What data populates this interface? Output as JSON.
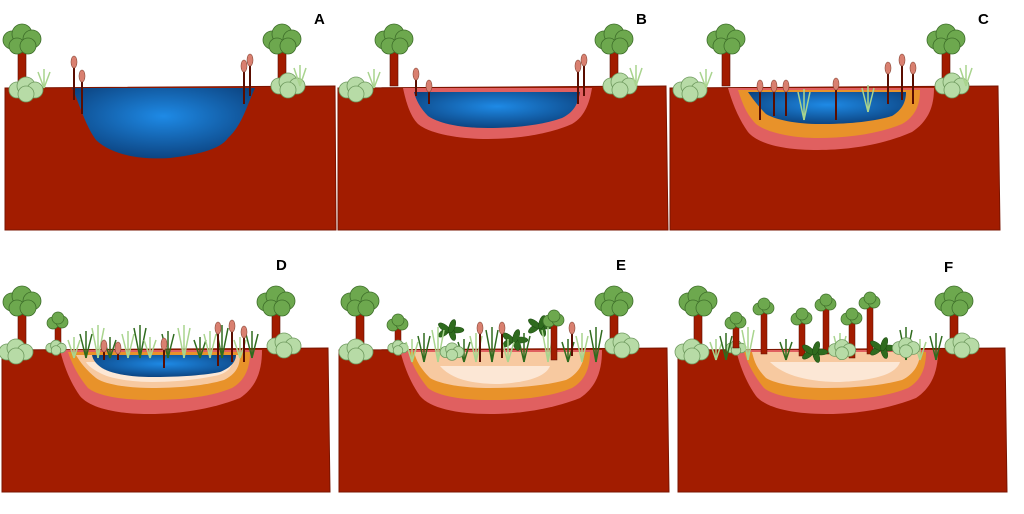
{
  "panels": [
    {
      "label": "A"
    },
    {
      "label": "B"
    },
    {
      "label": "C"
    },
    {
      "label": "D"
    },
    {
      "label": "E"
    },
    {
      "label": "F"
    }
  ],
  "colors": {
    "soil": "#A21C00",
    "soil_edge": "#7A1400",
    "water_center": "#1E8AE6",
    "water_edge": "#0B3F7A",
    "sediment_pink": "#E06060",
    "sediment_orange": "#E8922A",
    "peat_light": "#F7C9A0",
    "peat_pale": "#FCE7D5",
    "tree_crown": "#6DA84E",
    "tree_trunk": "#A21C00",
    "shrub": "#B7DBA6",
    "cattail": "#D98070",
    "grass_dark": "#2F6B1E",
    "grass_light": "#A9D48E"
  },
  "icons": [
    "tree-icon",
    "shrub-icon",
    "cattail-icon",
    "grass-icon",
    "fern-icon",
    "young-tree-icon"
  ]
}
